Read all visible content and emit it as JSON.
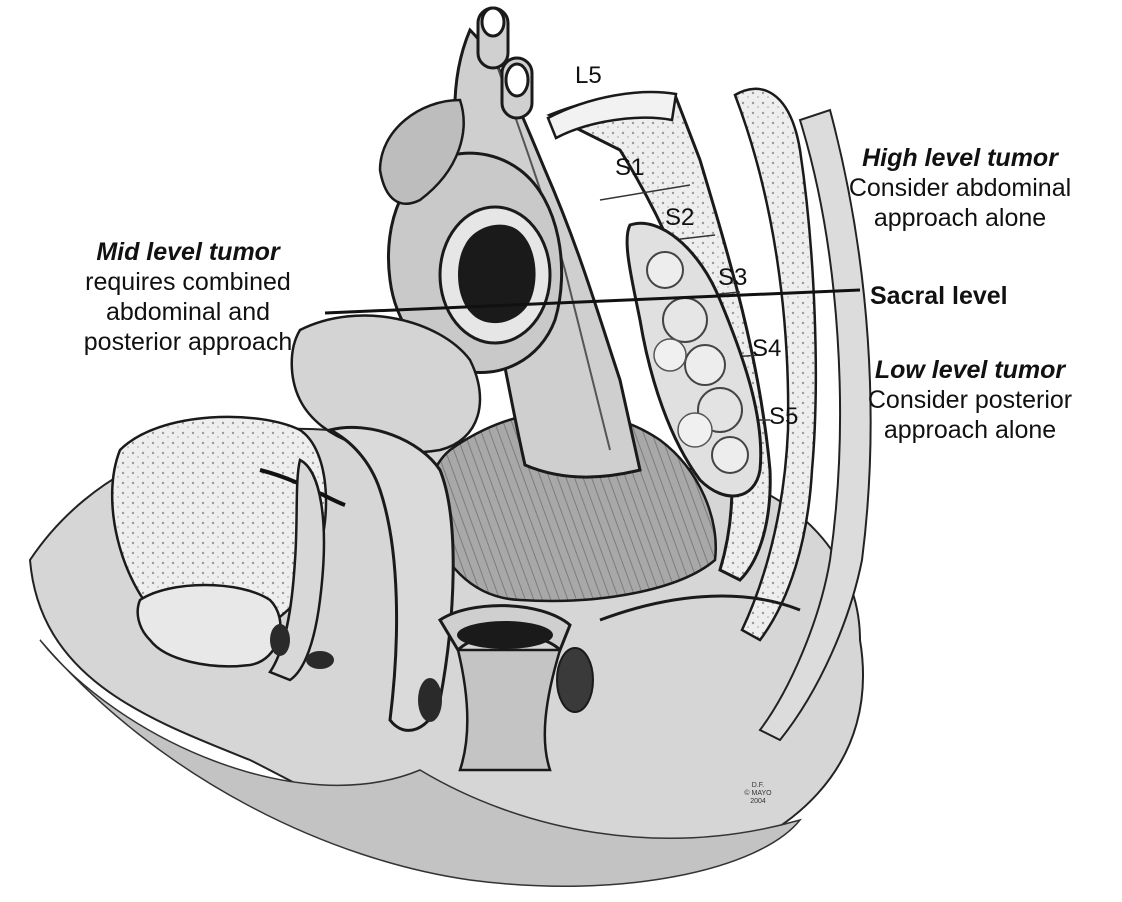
{
  "vertebrae": {
    "l5": "L5",
    "s1": "S1",
    "s2": "S2",
    "s3": "S3",
    "s4": "S4",
    "s5": "S5"
  },
  "high_level": {
    "title": "High level tumor",
    "line1": "Consider abdominal",
    "line2": "approach alone"
  },
  "mid_level": {
    "title": "Mid level tumor",
    "line1": "requires combined",
    "line2": "abdominal and",
    "line3": "posterior approach"
  },
  "sacral_level": "Sacral level",
  "low_level": {
    "title": "Low level tumor",
    "line1": "Consider posterior",
    "line2": "approach alone"
  },
  "credit": {
    "line1": "D.F.",
    "line2": "© MAYO",
    "line3": "2004"
  },
  "colors": {
    "ink": "#111111",
    "skin_shade": "#cfcfcf",
    "tissue_light": "#e4e4e4",
    "tissue_mid": "#bdbdbd",
    "tissue_dark": "#8a8a8a",
    "lumen": "#1a1a1a"
  }
}
